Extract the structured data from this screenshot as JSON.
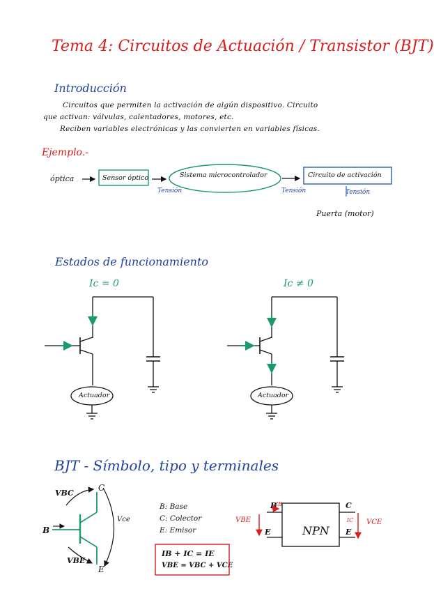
{
  "title": "Tema 4: Circuitos de Actuación / Transistor (BJT)",
  "intro": {
    "heading": "Introducción",
    "line1": "Circuitos que permiten la activación de algún dispositivo. Circuito",
    "line2": "que activan: válvulas, calentadores, motores, etc.",
    "line3": "Reciben variables electrónicas y las convierten en variables físicas."
  },
  "example": {
    "heading": "Ejemplo.-",
    "input_label": "óptica",
    "sensor_box": "Sensor óptico",
    "micro_box": "Sistema microcontrolador",
    "actuation_box": "Circuito de activación",
    "tension1": "Tensión",
    "tension2": "Tensión",
    "tension3": "Tensión",
    "output": "Puerta (motor)"
  },
  "states": {
    "heading": "Estados de funcionamiento",
    "left_current": "Ic = 0",
    "right_current": "Ic ≠ 0",
    "left_actuator": "Actuador",
    "right_actuator": "Actuador"
  },
  "bjt": {
    "heading": "BJT - Símbolo, tipo y terminales",
    "vbc": "VBC",
    "vbe": "VBE",
    "vce": "Vce",
    "c": "C",
    "b": "B",
    "e": "E",
    "legend_b": "B: Base",
    "legend_c": "C: Colector",
    "legend_e": "E: Emisor",
    "eq1": "IB + IC = IE",
    "eq2": "VBE = VBC + VCE",
    "npn_label": "NPN",
    "pin_b": "B",
    "pin_ib": "IB",
    "pin_e_left": "E",
    "pin_c": "C",
    "pin_ic": "IC",
    "pin_e_right": "E",
    "vbe_side": "VBE",
    "vce_side": "VCE"
  },
  "colors": {
    "title_red": "#d91c1c",
    "heading_blue": "#1f3f9e",
    "wire_green": "#1e9a6a",
    "box_blue": "#2a5db0",
    "ink": "#111111"
  }
}
